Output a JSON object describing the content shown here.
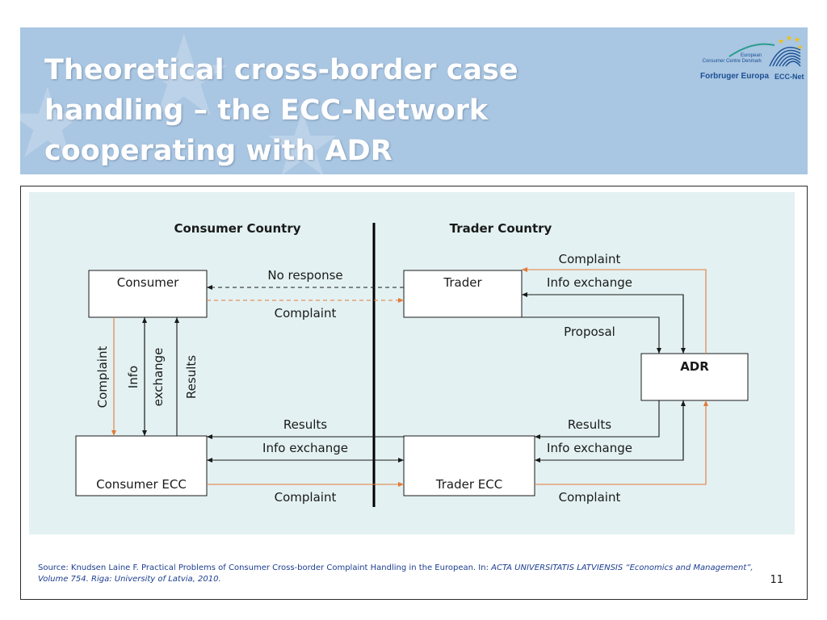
{
  "title": "Theoretical cross-border case\nhandling – the ECC-Network\ncooperating with ADR",
  "logo": {
    "line1": "European",
    "line2": "Consumer Centre Denmark",
    "org": "Forbruger Europa",
    "network": "ECC-Net"
  },
  "diagram": {
    "headers": {
      "consumer_country": "Consumer Country",
      "trader_country": "Trader Country"
    },
    "nodes": {
      "consumer": "Consumer",
      "trader": "Trader",
      "adr": "ADR",
      "consumer_ecc": "Consumer ECC",
      "trader_ecc": "Trader ECC"
    },
    "edges": {
      "no_response": "No response",
      "complaint_consumer_trader": "Complaint",
      "complaint_top": "Complaint",
      "info_exchange_trader_adr": "Info exchange",
      "proposal": "Proposal",
      "v_complaint": "Complaint",
      "v_info": "Info",
      "v_exchange": "exchange",
      "v_results": "Results",
      "results_ecc": "Results",
      "info_exchange_ecc": "Info exchange",
      "complaint_ecc": "Complaint",
      "results_adr": "Results",
      "info_exchange_adr_ecc": "Info exchange",
      "complaint_adr": "Complaint"
    },
    "colors": {
      "panel": "#e3f1f2",
      "box": "#ffffff",
      "stroke": "#1a1a1a",
      "complaint": "#e07b39",
      "divider": "#000000"
    }
  },
  "source": {
    "prefix": "Source: Knudsen Laine F. Practical Problems of Consumer Cross-border Complaint Handling in the European. In: ",
    "italic": "ACTA UNIVERSITATIS LATVIENSIS “Economics and Management”,  Volume 754.  Riga: University of Latvia, 2010."
  },
  "page_number": "11"
}
